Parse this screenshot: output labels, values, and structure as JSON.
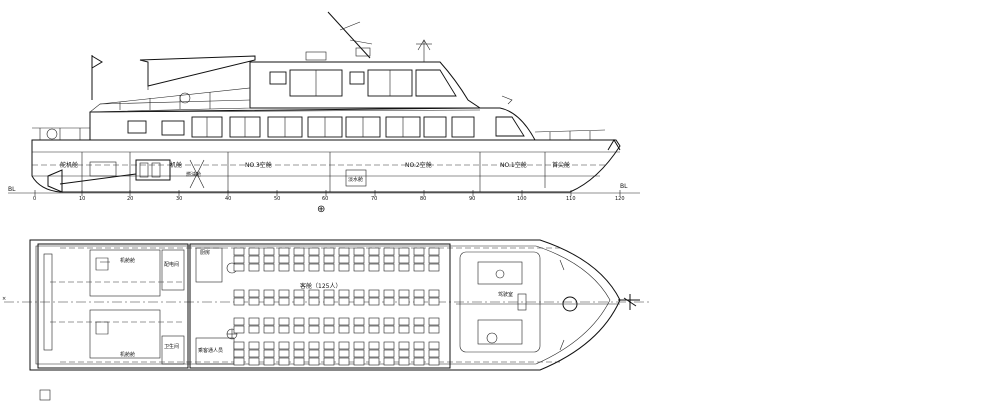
{
  "profile": {
    "labels": {
      "engine_room_aft": "舵机舱",
      "engine_room": "机舱",
      "cabin_3": "NO.3空舱",
      "cabin_2": "NO.2空舱",
      "cabin_1": "NO.1空舱",
      "fore_tank": "首尖舱",
      "fuel_tank": "燃油舱",
      "fresh_water": "淡水舱",
      "bl_left": "BL",
      "bl_right": "BL",
      "frame_mark": "⊕"
    }
  },
  "frame_numbers": [
    "0",
    "10",
    "20",
    "30",
    "40",
    "50",
    "60",
    "70",
    "80",
    "90",
    "100",
    "110",
    "120"
  ],
  "plan": {
    "labels": {
      "cabin_main": "客舱（125人）",
      "engine_room_left": "机舱舱",
      "engine_room_right": "机舱舱",
      "generator_room": "配电间",
      "toilet": "卫生间",
      "crew_room": "乘客通人员",
      "pantry": "厨房",
      "wheelhouse": "驾驶室"
    }
  }
}
